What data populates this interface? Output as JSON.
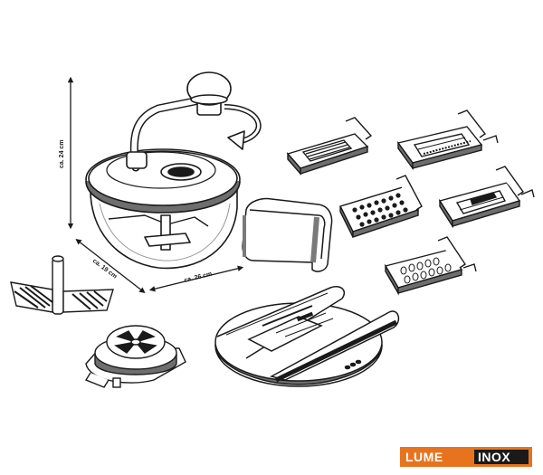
{
  "dimensions": {
    "height": "ca. 24 cm",
    "depth": "ca. 19 cm",
    "width": "ca. 26 cm"
  },
  "logo": {
    "part1": "LUME",
    "part2": "INOX",
    "bg_color": "#e8731f",
    "text_color": "#ffffff",
    "inox_bg": "#1a1a1a"
  },
  "colors": {
    "line": "#1a1a1a",
    "shade": "#7a7a7a",
    "light": "#d9d9d9"
  }
}
